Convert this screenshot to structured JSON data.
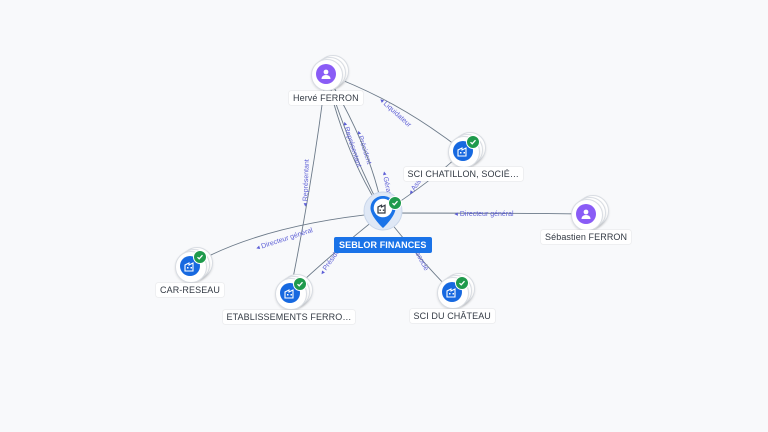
{
  "graph": {
    "center": {
      "label": "SEBLOR FINANCES",
      "icon": "company-icon",
      "verified": true
    },
    "nodes": [
      {
        "id": "herve",
        "label": "Hervé FERRON",
        "kind": "person",
        "icon": "person-icon",
        "verified": false
      },
      {
        "id": "sebastien",
        "label": "Sébastien FERRON",
        "kind": "person",
        "icon": "person-icon",
        "verified": false
      },
      {
        "id": "sci_chatillon",
        "label": "SCI CHATILLON, SOCIÉ…",
        "kind": "company",
        "icon": "company-icon",
        "verified": true
      },
      {
        "id": "car_reseau",
        "label": "CAR-RESEAU",
        "kind": "company",
        "icon": "company-icon",
        "verified": true
      },
      {
        "id": "etablissements",
        "label": "ETABLISSEMENTS FERRO…",
        "kind": "company",
        "icon": "company-icon",
        "verified": true
      },
      {
        "id": "sci_chateau",
        "label": "SCI DU CHÂTEAU",
        "kind": "company",
        "icon": "company-icon",
        "verified": true
      }
    ],
    "edges": [
      {
        "from": "herve",
        "to": "sci_chatillon",
        "label": "Liquidateur"
      },
      {
        "from": "herve",
        "to": "center",
        "label": "Président"
      },
      {
        "from": "herve",
        "to": "center",
        "label": "Représentant"
      },
      {
        "from": "herve",
        "to": "etablissements",
        "label": "Représentant"
      },
      {
        "from": "sebastien",
        "to": "center",
        "label": "Directeur général"
      },
      {
        "from": "center",
        "to": "car_reseau",
        "label": "Directeur général"
      },
      {
        "from": "center",
        "to": "etablissements",
        "label": "Président"
      },
      {
        "from": "center",
        "to": "sci_chateau",
        "label": "Associé"
      },
      {
        "from": "center",
        "to": "sci_chatillon",
        "label": "Associé"
      },
      {
        "from": "herve",
        "to": "center",
        "label": "Gérant"
      }
    ]
  },
  "colors": {
    "accent": "#1a73e8",
    "person": "#8a5cf6",
    "company": "#1769e0",
    "verified": "#1f9a4c",
    "edge": "#6c7a89",
    "edge_label": "#5d5fd6"
  }
}
